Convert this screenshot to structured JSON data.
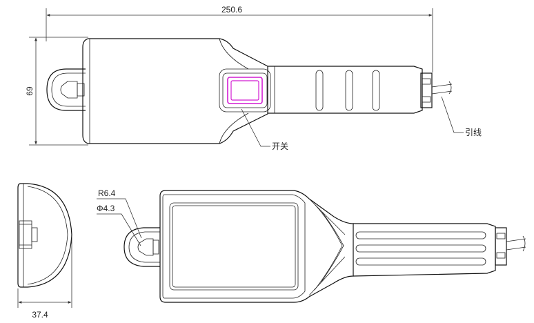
{
  "dimensions": {
    "length": "250.6",
    "height": "69",
    "depth": "37.4",
    "radius": "R6.4",
    "hole": "Φ4.3"
  },
  "labels": {
    "switch": "开关",
    "lead_wire": "引线"
  },
  "colors": {
    "switch_highlight": "#d21bd2",
    "line": "#111111"
  }
}
